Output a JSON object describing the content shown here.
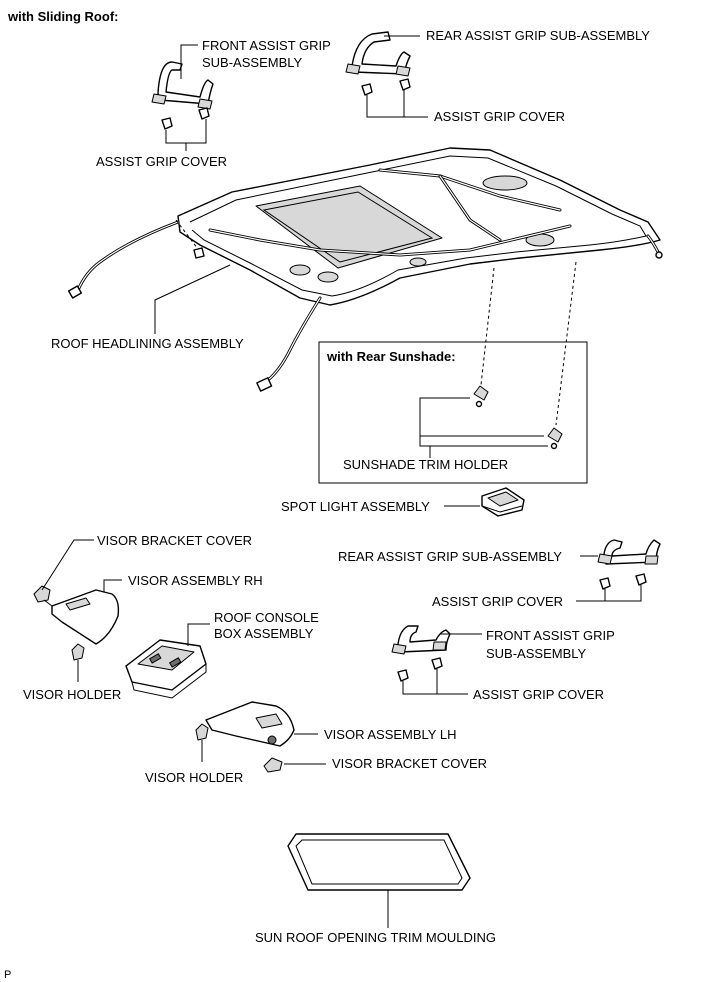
{
  "headers": {
    "sliding_roof": "with Sliding Roof:",
    "rear_sunshade": "with Rear Sunshade:"
  },
  "labels": {
    "front_assist_grip_top_1": "FRONT ASSIST GRIP",
    "front_assist_grip_top_2": "SUB-ASSEMBLY",
    "rear_assist_grip_top": "REAR ASSIST GRIP SUB-ASSEMBLY",
    "assist_grip_cover_top_right": "ASSIST GRIP COVER",
    "assist_grip_cover_top_left": "ASSIST GRIP COVER",
    "roof_headlining": "ROOF HEADLINING ASSEMBLY",
    "sunshade_trim_holder": "SUNSHADE TRIM HOLDER",
    "spot_light": "SPOT LIGHT ASSEMBLY",
    "visor_bracket_cover_left": "VISOR BRACKET COVER",
    "visor_assembly_rh": "VISOR ASSEMBLY RH",
    "roof_console_1": "ROOF CONSOLE",
    "roof_console_2": "BOX ASSEMBLY",
    "visor_holder_left": "VISOR HOLDER",
    "rear_assist_grip_mid": "REAR ASSIST GRIP SUB-ASSEMBLY",
    "assist_grip_cover_mid": "ASSIST GRIP COVER",
    "front_assist_grip_mid_1": "FRONT ASSIST GRIP",
    "front_assist_grip_mid_2": "SUB-ASSEMBLY",
    "assist_grip_cover_low": "ASSIST GRIP COVER",
    "visor_assembly_lh": "VISOR ASSEMBLY LH",
    "visor_holder_lower": "VISOR HOLDER",
    "visor_bracket_cover_lower": "VISOR BRACKET COVER",
    "sun_roof_trim": "SUN ROOF OPENING TRIM MOULDING"
  },
  "corner_mark": "P"
}
